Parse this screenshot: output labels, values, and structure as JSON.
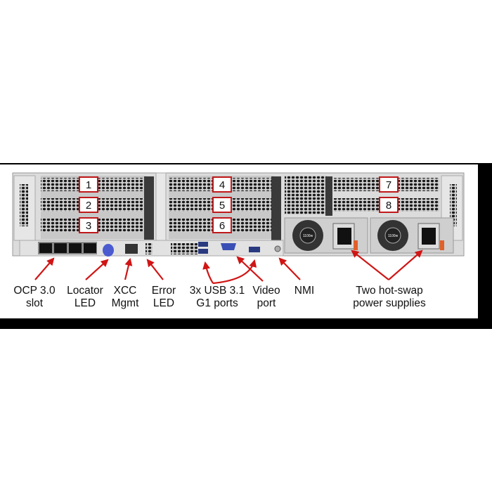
{
  "slot_numbers": [
    "1",
    "2",
    "3",
    "4",
    "5",
    "6",
    "7",
    "8"
  ],
  "psu_rating": "1100w",
  "callouts": {
    "ocp": [
      "OCP 3.0",
      "slot"
    ],
    "locator": [
      "Locator",
      "LED"
    ],
    "xcc": [
      "XCC",
      "Mgmt"
    ],
    "error": [
      "Error",
      "LED"
    ],
    "usb": [
      "3x USB 3.1",
      "G1 ports"
    ],
    "video": [
      "Video",
      "port"
    ],
    "nmi": [
      "NMI"
    ],
    "psu": [
      "Two hot-swap",
      "power supplies"
    ]
  },
  "colors": {
    "arrow": "#d01515",
    "label_box": "#c0191b",
    "chassis": "#d9d9d9",
    "locator_led": "#4a5bd0",
    "video_port": "#3a4fb5",
    "psu_latch": "#e0602a"
  }
}
